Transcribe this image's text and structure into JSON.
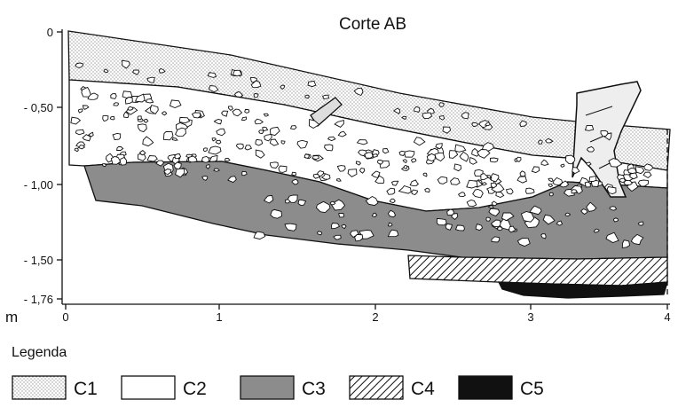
{
  "title": "Corte AB",
  "y_axis": {
    "ticks": [
      "0",
      "- 0,50",
      "- 1,00",
      "- 1,50",
      "- 1,76"
    ]
  },
  "x_axis": {
    "unit": "m",
    "ticks": [
      "0",
      "1",
      "2",
      "3",
      "4"
    ]
  },
  "legend": {
    "title": "Legenda",
    "items": [
      {
        "label": "C1",
        "pattern": "dotted-stipple"
      },
      {
        "label": "C2",
        "pattern": "white"
      },
      {
        "label": "C3",
        "pattern": "grey"
      },
      {
        "label": "C4",
        "pattern": "diagonal-hatch"
      },
      {
        "label": "C5",
        "pattern": "black"
      }
    ]
  },
  "colors": {
    "C1": "#ffffff",
    "C2": "#ffffff",
    "C3": "#8c8c8c",
    "C4": "#ffffff",
    "C5": "#111111",
    "line": "#111111"
  }
}
